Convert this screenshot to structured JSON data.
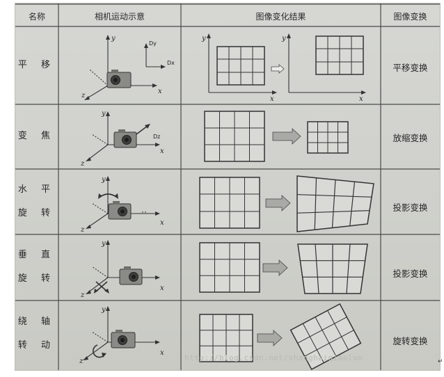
{
  "table": {
    "headers": [
      "名称",
      "相机运动示意",
      "图像变化结果",
      "图像变换"
    ],
    "rows": [
      {
        "name": [
          "平 移"
        ],
        "transform": "平移变换",
        "camera_labels": [
          "y",
          "Dy",
          "Dx",
          "z",
          "x"
        ],
        "result_labels": [
          "y",
          "x",
          "y",
          "x"
        ]
      },
      {
        "name": [
          "变 焦"
        ],
        "transform": "放缩变换",
        "camera_labels": [
          "y",
          "Dz",
          "z",
          "x"
        ]
      },
      {
        "name": [
          "水 平",
          "旋 转"
        ],
        "transform": "投影变换",
        "camera_labels": [
          "y",
          "z",
          "x"
        ]
      },
      {
        "name": [
          "垂 直",
          "旋 转"
        ],
        "transform": "投影变换",
        "camera_labels": [
          "y",
          "z",
          "x"
        ]
      },
      {
        "name": [
          "绕 轴",
          "转 动"
        ],
        "transform": "旋转变换",
        "camera_labels": [
          "y",
          "z",
          "x"
        ]
      }
    ]
  },
  "watermark": "http://blog.csdn.net/shanghaiqiaolun",
  "return_mark": "↵"
}
